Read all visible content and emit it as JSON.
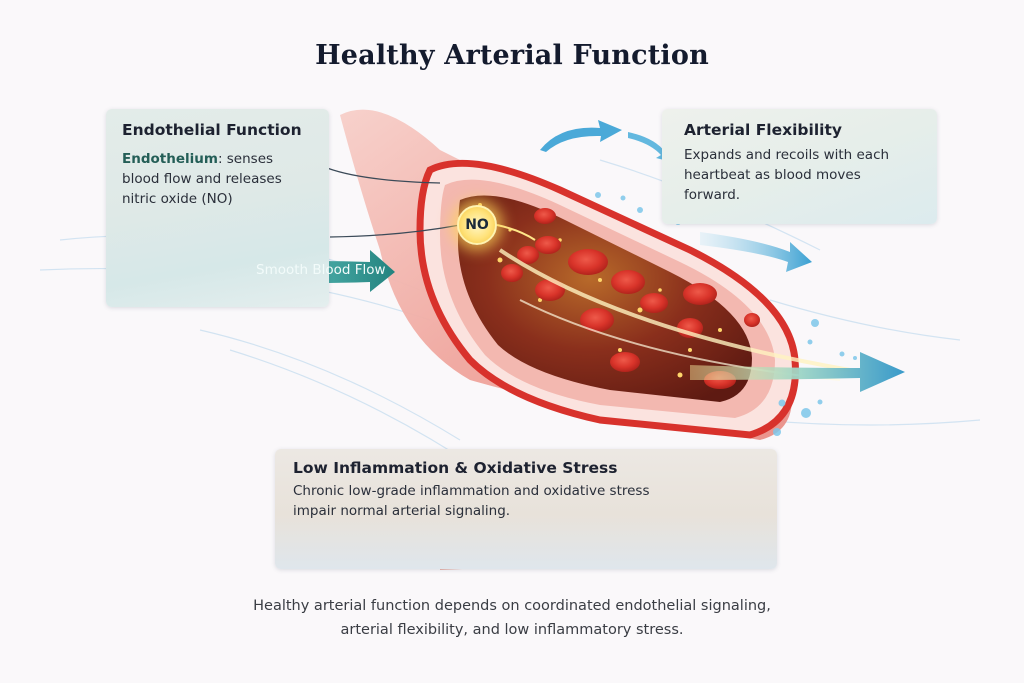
{
  "title": "Healthy Arterial Function",
  "cards": {
    "endothelial": {
      "heading": "Endothelial Function",
      "highlight": "Endothelium",
      "body": ": senses blood flow and releases nitric oxide (NO)"
    },
    "flexibility": {
      "heading": "Arterial Flexibility",
      "body": "Expands and recoils with each heartbeat as blood moves forward."
    },
    "inflammation": {
      "heading": "Low Inflammation & Oxidative Stress",
      "body": "Chronic low-grade inflammation and oxidative stress impair normal arterial signaling."
    }
  },
  "labels": {
    "smooth_flow": "Smooth Blood Flow",
    "no_badge": "NO"
  },
  "footer": {
    "line1": "Healthy arterial function depends on coordinated endothelial signaling,",
    "line2": "arterial flexibility, and low inflammatory stress."
  },
  "colors": {
    "artery_wall": "#d8322c",
    "artery_outer": "#f2b3ad",
    "lumen": "#7a2418",
    "rbc": "#e0392e",
    "flow_teal": "#2f9a98",
    "flow_blue": "#4aa9d8",
    "no_glow": "#ffd95a"
  }
}
